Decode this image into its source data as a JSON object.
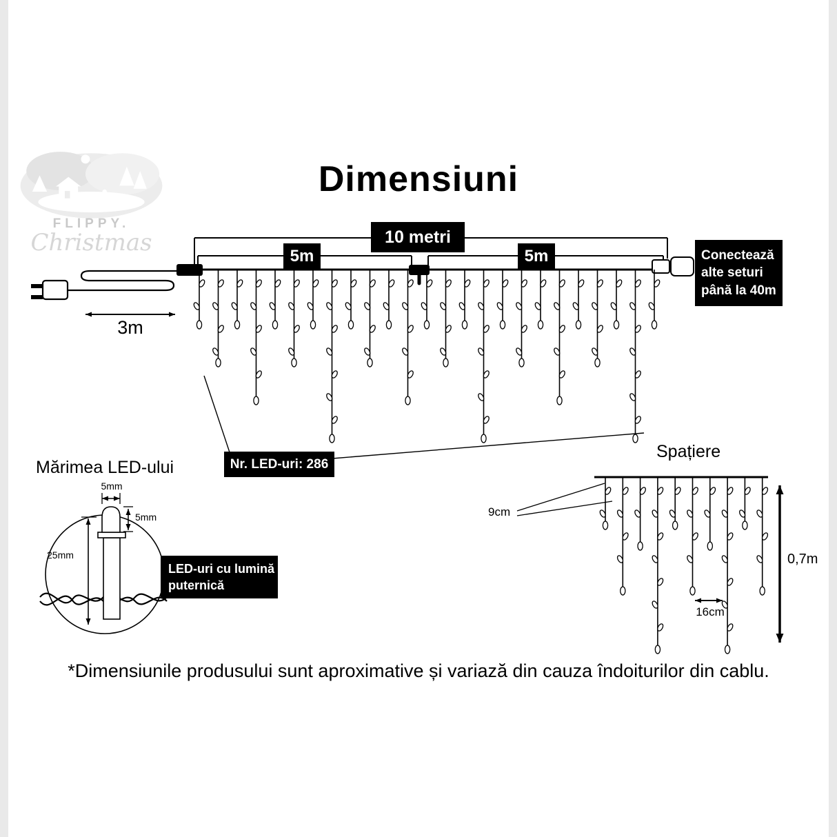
{
  "page": {
    "title": "Dimensiuni",
    "disclaimer": "*Dimensiunile produsului sunt aproximative și variază din cauza îndoiturilor din cablu."
  },
  "logo": {
    "brand": "FLIPPY.",
    "script": "Christmas"
  },
  "main_diagram": {
    "total_length_label": "10 metri",
    "half_left_label": "5m",
    "half_right_label": "5m",
    "lead_label": "3m",
    "connect_note": [
      "Conectează",
      "alte seturi",
      "până la 40m"
    ],
    "led_count_label": "Nr. LED-uri: 286"
  },
  "led_size": {
    "heading": "Mărimea LED-ului",
    "width_label": "5mm",
    "bulb_height_label": "5mm",
    "total_height_label": "25mm",
    "note_line1": "LED-uri cu lumină",
    "note_line2": "puternică"
  },
  "spacing": {
    "heading": "Spațiere",
    "drop_gap_label": "9cm",
    "strand_gap_label": "16cm",
    "drop_length_label": "0,7m"
  }
}
